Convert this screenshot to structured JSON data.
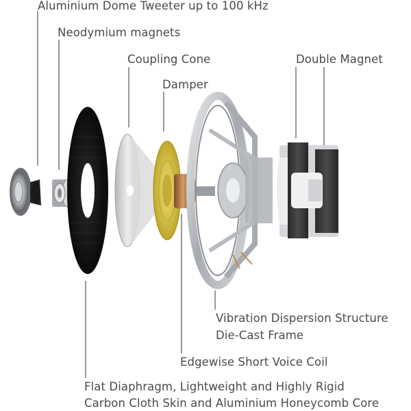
{
  "labels": {
    "tweeter": "Aluminium Dome Tweeter up to 100 kHz",
    "neodymium": "Neodymium magnets",
    "coupling_cone": "Coupling Cone",
    "damper": "Damper",
    "double_magnet": "Double Magnet",
    "frame_line1": "Vibration Dispersion Structure",
    "frame_line2": "Die-Cast Frame",
    "voice_coil": "Edgewise Short Voice Coil",
    "diaphragm_line1": "Flat Diaphragm, Lightweight and Highly Rigid",
    "diaphragm_line2": "Carbon Cloth Skin and Aluminium Honeycomb Core"
  },
  "colors": {
    "text": "#4a4a4a",
    "leader": "#555555",
    "damper": "#d9c43a",
    "cone": "#d8d8d8",
    "diaphragm": "#1c1c1c",
    "frame": "#b9bcc0",
    "magnet": "#3a3a3a",
    "voice_coil": "#b0784a"
  }
}
